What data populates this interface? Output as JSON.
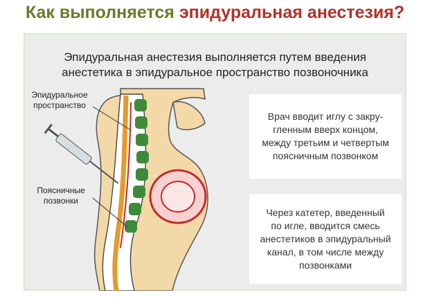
{
  "header": {
    "title_part1": "Как выполняется",
    "title_part2": "эпидуральная анестезия?"
  },
  "panel": {
    "subtitle": "Эпидуральная анестезия выполняется путем введения\nанестетика в эпидуральное пространство позвоночника",
    "labels": {
      "epidural_space": "Эпидуральное\nпространство",
      "lumbar_vertebrae": "Поясничные\nпозвонки"
    },
    "info_boxes": [
      {
        "text": "Врач вводит иглу с закру-\nгленным вверх концом,\nмежду третьим и четвертым\nпоясничным позвонком"
      },
      {
        "text": "Через катетер, введенный\nпо игле, вводится смесь\nанестетиков в эпидуральный\nканал, в том числе между\nпозвонками"
      }
    ]
  },
  "colors": {
    "title_green": "#6b7a2a",
    "title_red": "#b0322a",
    "skin": "#f3d9a8",
    "vertebra_green": "#3f8a3a",
    "nerve_orange": "#e59a2a",
    "blood_red": "#c62828"
  },
  "icons": {
    "syringe": "syringe-icon",
    "fetus": "fetus-icon"
  }
}
